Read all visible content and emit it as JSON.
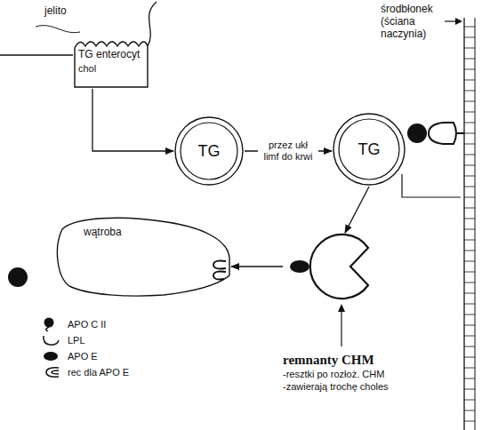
{
  "diagram": {
    "nodes": [
      {
        "text": [
          "TG enterocyt",
          "chol"
        ]
      },
      {
        "text": [
          "TG"
        ]
      },
      {
        "text": [
          "TG"
        ]
      },
      {
        "text": [
          "remnanty CHM",
          "-resztki po rozłoż. CHM",
          "-zawierają trochę choles"
        ]
      },
      {
        "text": [
          "wątroba"
        ]
      }
    ],
    "edges": [
      {
        "from": 0,
        "to": 1,
        "arrow": "to"
      },
      {
        "from": 1,
        "to": 2,
        "label": "przez ukł limf do krwi",
        "arrow": "to"
      },
      {
        "from": 2,
        "to": 3,
        "arrow": "to"
      },
      {
        "from": 3,
        "to": 4,
        "arrow": "to"
      }
    ],
    "labels": [
      "jelito",
      "środbłonek (ściana naczynia)"
    ],
    "legend": [
      {
        "text": "APO C II"
      },
      {
        "text": "LPL"
      },
      {
        "text": "APO E"
      },
      {
        "text": "rec dla APO E"
      }
    ]
  }
}
